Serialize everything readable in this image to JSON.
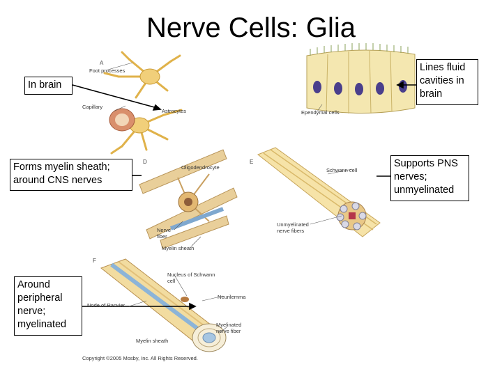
{
  "title": "Nerve Cells: Glia",
  "callouts": {
    "brain": "In brain",
    "cavities": "Lines fluid cavities in brain",
    "cns": "Forms myelin sheath; around CNS nerves",
    "pns": "Supports PNS nerves; unmyelinated",
    "peripheral": "Around peripheral nerve; myelinated"
  },
  "figure": {
    "panel_a": "A",
    "panel_d": "D",
    "panel_e": "E",
    "panel_f": "F",
    "foot_processes": "Foot processes",
    "capillary": "Capillary",
    "astrocytes": "Astrocytes",
    "ependymal_cells": "Ependymal cells",
    "oligodendrocyte": "Oligodendrocyte",
    "nerve_fiber": "Nerve fiber",
    "myelin_sheath_d": "Myelin sheath",
    "schwann_cell": "Schwann cell",
    "unmyelinated_nerve_fibers": "Unmyelinated nerve fibers",
    "nucleus_schwann": "Nucleus of Schwann cell",
    "neurilemma": "Neurilemma",
    "node_of_ranvier": "Node of Ranvier",
    "myelin_sheath_f": "Myelin sheath",
    "myelinated_nerve_fiber": "Myelinated nerve fiber",
    "copyright": "Copyright ©2005 Mosby, Inc. All Rights Reserved."
  }
}
